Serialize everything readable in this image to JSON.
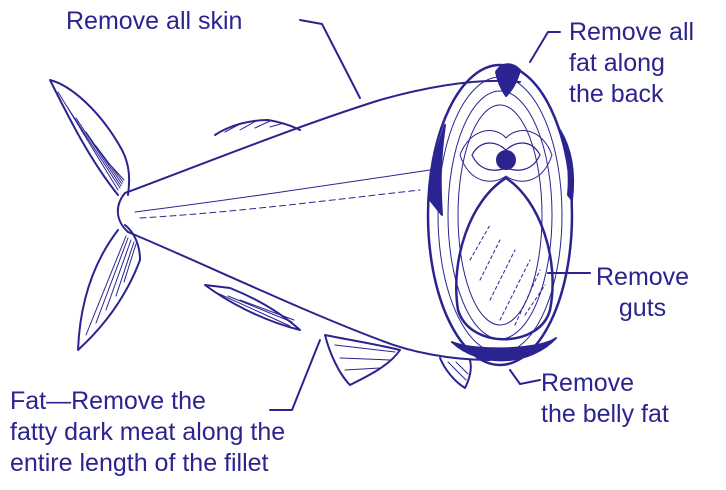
{
  "diagram": {
    "accent_color": "#2b2490",
    "labels": {
      "skin": "Remove all skin",
      "back": [
        "Remove all",
        "fat along",
        "the back"
      ],
      "guts": [
        "Remove",
        "guts"
      ],
      "belly": [
        "Remove",
        "the belly fat"
      ],
      "fillet_fat": [
        "Fat—Remove the",
        "fatty dark meat along the",
        "entire length of the fillet"
      ]
    }
  }
}
